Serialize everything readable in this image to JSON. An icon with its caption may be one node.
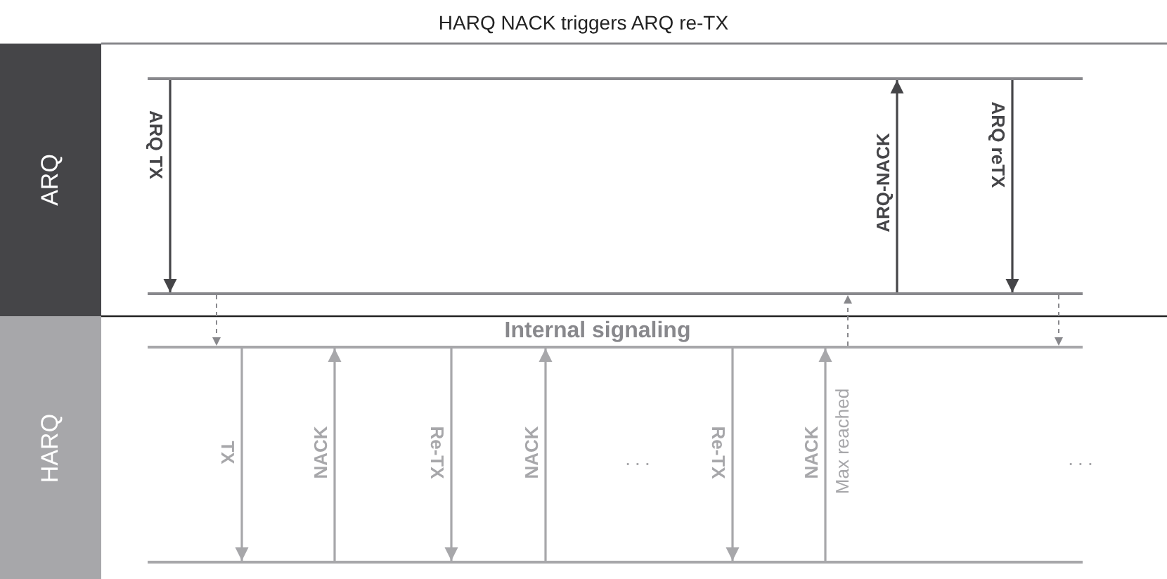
{
  "diagram": {
    "title": "HARQ NACK triggers ARQ re-TX",
    "nodes": [
      {
        "text": [
          "ARQ"
        ]
      },
      {
        "text": [
          "HARQ"
        ]
      },
      {
        "text": [],
        "shape": "bar"
      },
      {
        "text": [],
        "shape": "bar"
      },
      {
        "text": [],
        "shape": "bar"
      },
      {
        "text": [],
        "shape": "bar"
      }
    ],
    "edges": [
      {
        "from": 2,
        "to": 3,
        "arrow": "to",
        "label": "ARQ TX",
        "color": "#454548"
      },
      {
        "from": 3,
        "to": 2,
        "arrow": "to",
        "label": "ARQ-NACK",
        "color": "#454548"
      },
      {
        "from": 2,
        "to": 3,
        "arrow": "to",
        "label": "ARQ reTX",
        "color": "#454548"
      },
      {
        "from": 3,
        "to": 4,
        "arrow": "to",
        "style": "dashed",
        "color": "#88888c"
      },
      {
        "from": 4,
        "to": 3,
        "arrow": "to",
        "style": "dashed",
        "color": "#88888c"
      },
      {
        "from": 3,
        "to": 4,
        "arrow": "to",
        "style": "dashed",
        "color": "#88888c"
      },
      {
        "from": 4,
        "to": 5,
        "arrow": "to",
        "label": "TX"
      },
      {
        "from": 5,
        "to": 4,
        "arrow": "to",
        "label": "NACK"
      },
      {
        "from": 4,
        "to": 5,
        "arrow": "to",
        "label": "Re-TX"
      },
      {
        "from": 5,
        "to": 4,
        "arrow": "to",
        "label": "NACK"
      },
      {
        "from": 4,
        "to": 5,
        "arrow": "to",
        "label": "Re-TX"
      },
      {
        "from": 5,
        "to": 4,
        "arrow": "to",
        "label": "NACK"
      }
    ],
    "labels": [
      "Internal signaling",
      "...",
      "...",
      "Max reached"
    ]
  }
}
